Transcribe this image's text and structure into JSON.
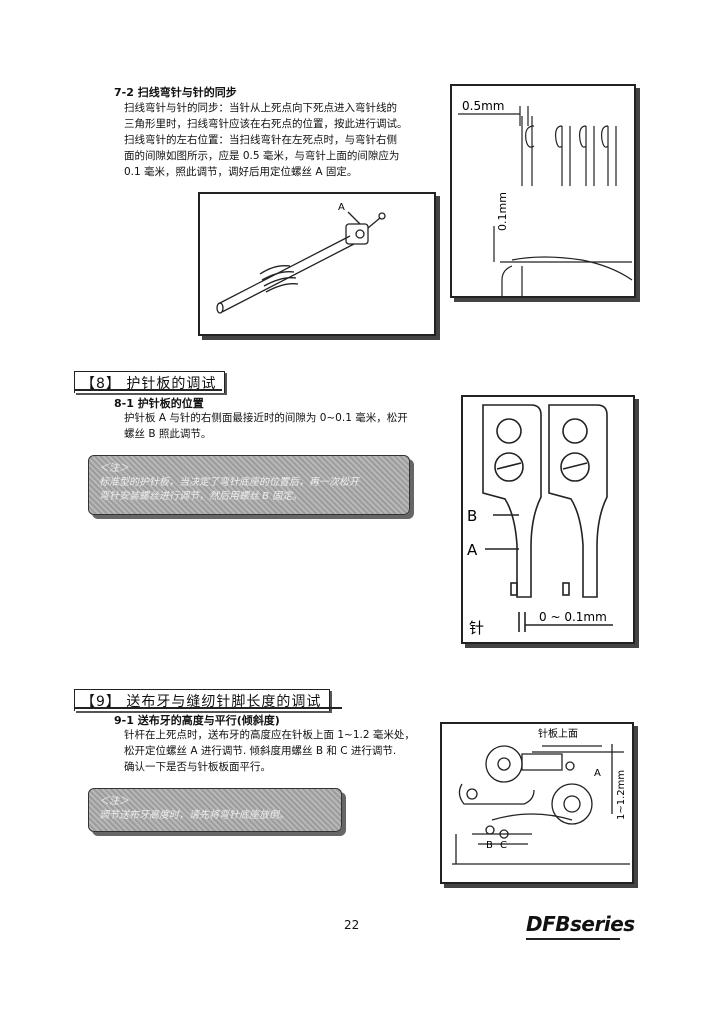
{
  "s72": {
    "title": "7-2 扫线弯针与针的同步",
    "lines": [
      "扫线弯针与针的同步：当针从上死点向下死点进入弯针线的",
      "三角形里时，扫线弯针应该在右死点的位置，按此进行调试。",
      "扫线弯针的左右位置：当扫线弯针在左死点时，与弯针右侧",
      "面的间隙如图所示，应是 0.5 毫米，与弯针上面的间隙应为",
      "0.1 毫米，照此调节，调好后用定位螺丝 A 固定。"
    ],
    "fig_shaft_label": "A",
    "fig_needle_gap": "0.5mm",
    "fig_needle_vgap": "0.1mm"
  },
  "s8": {
    "header": "【8】 护针板的调试",
    "sub": "8-1 护针板的位置",
    "lines": [
      "护针板 A 与针的右侧面最接近时的间隙为 0~0.1 毫米，松开",
      "螺丝 B 照此调节。"
    ],
    "note": [
      "＜注＞",
      "标准型的护针板，当决定了弯针底座的位置后，再一次松开",
      "弯针安装螺丝进行调节，然后用螺丝 B 固定。"
    ],
    "fig_b": "B",
    "fig_a": "A",
    "fig_needle": "针",
    "fig_gap": "0 ~ 0.1mm"
  },
  "s9": {
    "header": "【9】 送布牙与缝纫针脚长度的调试",
    "sub": "9-1 送布牙的高度与平行(倾斜度)",
    "lines": [
      "针杆在上死点时，送布牙的高度应在针板上面 1~1.2 毫米处，",
      "松开定位螺丝 A 进行调节. 倾斜度用螺丝 B 和 C 进行调节.",
      "确认一下是否与针板板面平行。"
    ],
    "note": [
      "＜注＞",
      "调节送布牙高度时，请先将弯针底座放倒。"
    ],
    "fig_top": "针板上面",
    "fig_a": "A",
    "fig_h": "1~1.2mm",
    "fig_b": "B",
    "fig_c": "C"
  },
  "footer": {
    "page": "22",
    "brand": "DFBseries"
  }
}
